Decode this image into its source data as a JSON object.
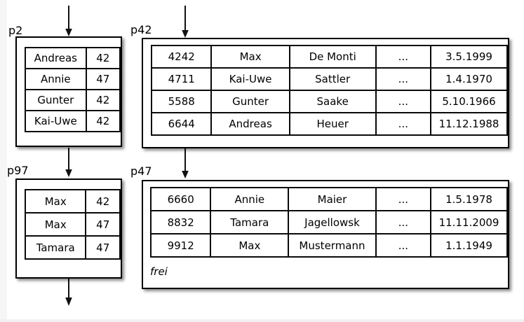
{
  "colors": {
    "line": "#000000",
    "background": "#ffffff",
    "box_fill": "#ffffff",
    "page_edge": "#f6f6f6"
  },
  "icons": {
    "arrow_down": "arrow-down-icon"
  },
  "pages": {
    "p2": {
      "label": "p2",
      "rows": [
        [
          "Andreas",
          "42"
        ],
        [
          "Annie",
          "47"
        ],
        [
          "Gunter",
          "42"
        ],
        [
          "Kai-Uwe",
          "42"
        ]
      ]
    },
    "p42": {
      "label": "p42",
      "rows": [
        [
          "4242",
          "Max",
          "De Monti",
          "...",
          "3.5.1999"
        ],
        [
          "4711",
          "Kai-Uwe",
          "Sattler",
          "...",
          "1.4.1970"
        ],
        [
          "5588",
          "Gunter",
          "Saake",
          "...",
          "5.10.1966"
        ],
        [
          "6644",
          "Andreas",
          "Heuer",
          "...",
          "11.12.1988"
        ]
      ]
    },
    "p97": {
      "label": "p97",
      "rows": [
        [
          "Max",
          "42"
        ],
        [
          "Max",
          "47"
        ],
        [
          "Tamara",
          "47"
        ]
      ]
    },
    "p47": {
      "label": "p47",
      "rows": [
        [
          "6660",
          "Annie",
          "Maier",
          "...",
          "1.5.1978"
        ],
        [
          "8832",
          "Tamara",
          "Jagellowsk",
          "...",
          "11.11.2009"
        ],
        [
          "9912",
          "Max",
          "Mustermann",
          "...",
          "1.1.1949"
        ]
      ],
      "free_label": "frei"
    }
  }
}
